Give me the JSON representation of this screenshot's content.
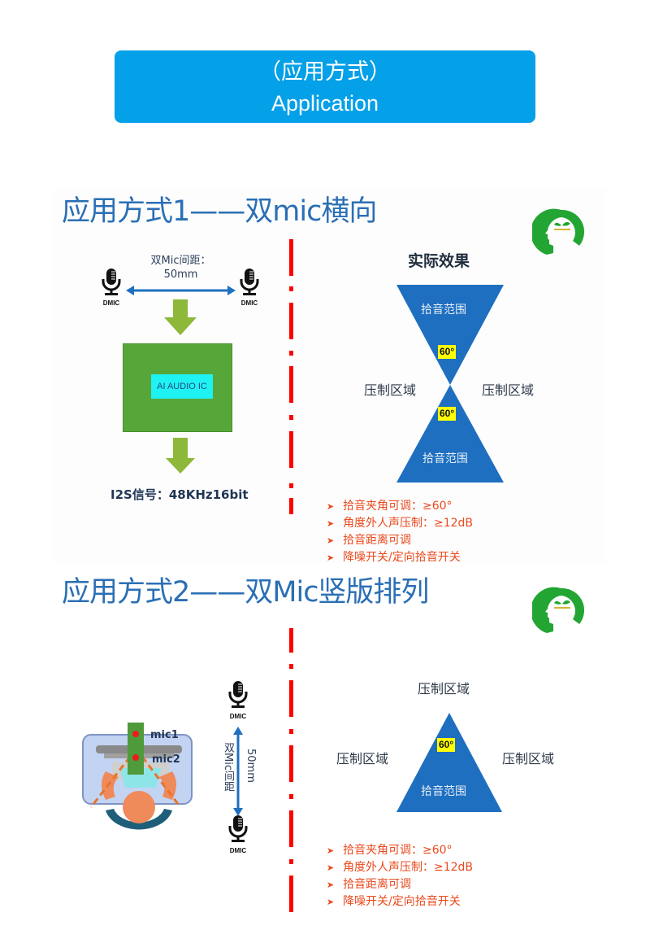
{
  "banner": {
    "title_cn": "（应用方式）",
    "title_en": "Application",
    "color": "#04a0e8"
  },
  "sections": [
    {
      "title": "应用方式1——双mic横向",
      "left": {
        "mic_left_label": "DMIC",
        "mic_right_label": "DMIC",
        "spacing_line1": "双Mic间距：",
        "spacing_line2": "50mm",
        "chip_label": "AI AUDIO IC",
        "output_label": "I2S信号：48KHz16bit"
      },
      "right": {
        "effect_title": "实际效果",
        "pickup_top": "拾音范围",
        "pickup_bottom": "拾音范围",
        "angle_top": "60°",
        "angle_bottom": "60°",
        "suppress_left": "压制区域",
        "suppress_right": "压制区域"
      },
      "features": [
        "拾音夹角可调：≥60°",
        "角度外人声压制：≥12dB",
        "拾音距离可调",
        "降噪开关/定向拾音开关"
      ]
    },
    {
      "title": "应用方式2——双Mic竖版排列",
      "left": {
        "mic1_label": "mic1",
        "mic2_label": "mic2",
        "mic_top_label": "DMIC",
        "mic_bottom_label": "DMIC",
        "spacing_line1": "双Mic间距",
        "spacing_line2": "50mm"
      },
      "right": {
        "suppress_top": "压制区域",
        "suppress_left": "压制区域",
        "suppress_right": "压制区域",
        "angle": "60°",
        "pickup": "拾音范围"
      },
      "features": [
        "拾音夹角可调：≥60°",
        "角度外人声压制：≥12dB",
        "拾音距离可调",
        "降噪开关/定向拾音开关"
      ]
    }
  ],
  "icons": {
    "logo": "head-sprout-logo-icon",
    "microphone": "microphone-icon",
    "arrow_down": "arrow-down-icon",
    "double_arrow": "double-arrow-icon",
    "bullet": "arrowhead-bullet-icon"
  },
  "colors": {
    "title_blue": "#2a6fb5",
    "diagram_blue": "#1e6fc0",
    "feature_red": "#ea4a1e",
    "divider_red": "#ff0000",
    "chip_green": "#57a63a",
    "arrow_green": "#8db83a",
    "angle_yellow": "#ffff00",
    "logo_green": "#22a532"
  }
}
